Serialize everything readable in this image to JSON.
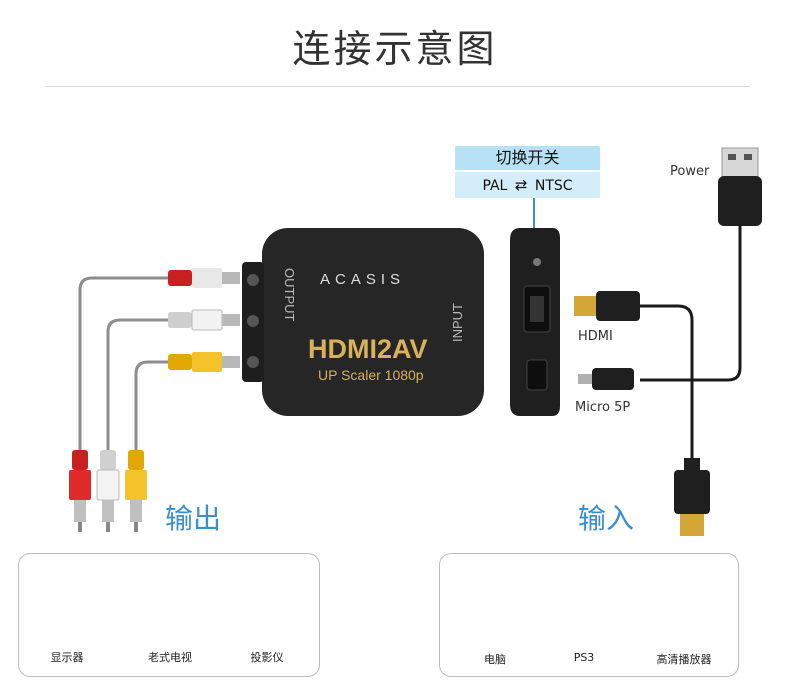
{
  "title": "连接示意图",
  "switch": {
    "heading": "切换开关",
    "left": "PAL",
    "arrow": "⇄",
    "right": "NTSC"
  },
  "device": {
    "brand": "ACASIS",
    "model": "HDMI2AV",
    "subtitle": "UP Scaler 1080p",
    "output_label": "OUTPUT",
    "input_label": "INPUT"
  },
  "cables": {
    "power": "Power",
    "hdmi": "HDMI",
    "micro": "Micro 5P"
  },
  "sections": {
    "output": "输出",
    "input": "输入"
  },
  "output_devices": [
    {
      "label": "显示器"
    },
    {
      "label": "老式电视"
    },
    {
      "label": "投影仪"
    }
  ],
  "input_devices": [
    {
      "label": "电脑"
    },
    {
      "label": "PS3"
    },
    {
      "label": "高清播放器"
    }
  ]
}
